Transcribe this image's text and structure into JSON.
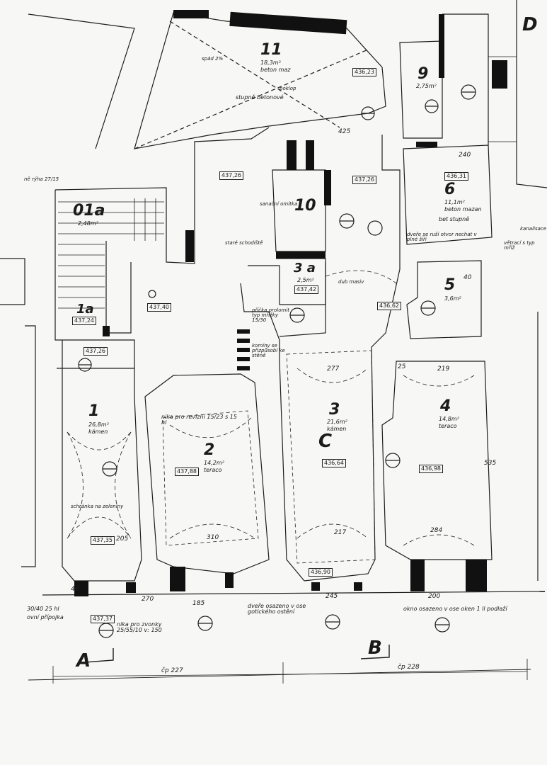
{
  "rooms": [
    {
      "id": "r1",
      "number": "1",
      "area": "26,8m²",
      "floor": "kámen",
      "elevation": "437,35"
    },
    {
      "id": "r1a",
      "number": "1a",
      "elevation": "437,24"
    },
    {
      "id": "r01a",
      "number": "01a",
      "area": "2,48m²"
    },
    {
      "id": "r2",
      "number": "2",
      "area": "14,2m²",
      "floor": "teraco",
      "elevation": "437,88"
    },
    {
      "id": "r3",
      "number": "3",
      "area": "21,6m²",
      "floor": "kámen",
      "elevation": "436,64"
    },
    {
      "id": "r3a",
      "number": "3 a",
      "area": "2,5m²",
      "elevation": "437,42"
    },
    {
      "id": "r4",
      "number": "4",
      "area": "14,8m²",
      "floor": "teraco",
      "elevation": "436,98"
    },
    {
      "id": "r5",
      "number": "5",
      "area": "3,6m²",
      "elevation": "436,62"
    },
    {
      "id": "r6",
      "number": "6",
      "area": "11,1m²",
      "floor": "beton mazan",
      "elevation": "436,31"
    },
    {
      "id": "r9",
      "number": "9",
      "area": "2,75m²"
    },
    {
      "id": "r10",
      "number": "10"
    },
    {
      "id": "r11",
      "number": "11",
      "area": "18,3m²",
      "floor": "beton maz"
    }
  ],
  "annotations": {
    "niche_window": "nika pro revizní 15/23 s 15 hl",
    "niche_meter": "nika pro zvonky 25/55/10 v: 150",
    "pipe": "30/40 25 hl",
    "pipe2": "ovní přípojka",
    "door_axis": "dveře osazeno v ose gotického ostění",
    "window_axis": "okno osazeno v ose oken 1 ll podlaží",
    "concrete_steps": "stupně betonové",
    "stair_note": "bet stupně",
    "channel": "kanalisace",
    "vent": "větrací s typ mříž",
    "old_chimney": "staré schodiště",
    "door_note": "dveře se ruší otvor nechat v plné šíři",
    "partition": "příčka prolomit typ mřížky 15/30",
    "chimney_blocks": "komíny se přizpůsobí ke stěně",
    "cellar_note": "schránka na zeleniny",
    "hatch": "poklop",
    "ceiling": "sanační omítka",
    "mound": "dub masiv",
    "spad": "spád 2%",
    "stairs_label": "ně rýha 27/15"
  },
  "sections": {
    "a": "A",
    "b": "B",
    "c": "C",
    "d": "D"
  },
  "lots": {
    "left": "čp 227",
    "right": "čp 228"
  },
  "dimensions": {
    "d277": "277",
    "d219": "219",
    "d217": "217",
    "d284": "284",
    "d310": "310",
    "d535": "535",
    "d200": "200",
    "d245": "245",
    "d425": "425",
    "d270": "270",
    "d185": "185",
    "d240": "240",
    "d205": "205",
    "d45": "45",
    "d25": "25",
    "d40": "40"
  },
  "elevations": {
    "e1": "437,37",
    "e2": "437,26",
    "e3": "436,23",
    "e4": "437,40",
    "e5": "436,90",
    "e6": "437,26",
    "e7": "437,26"
  }
}
